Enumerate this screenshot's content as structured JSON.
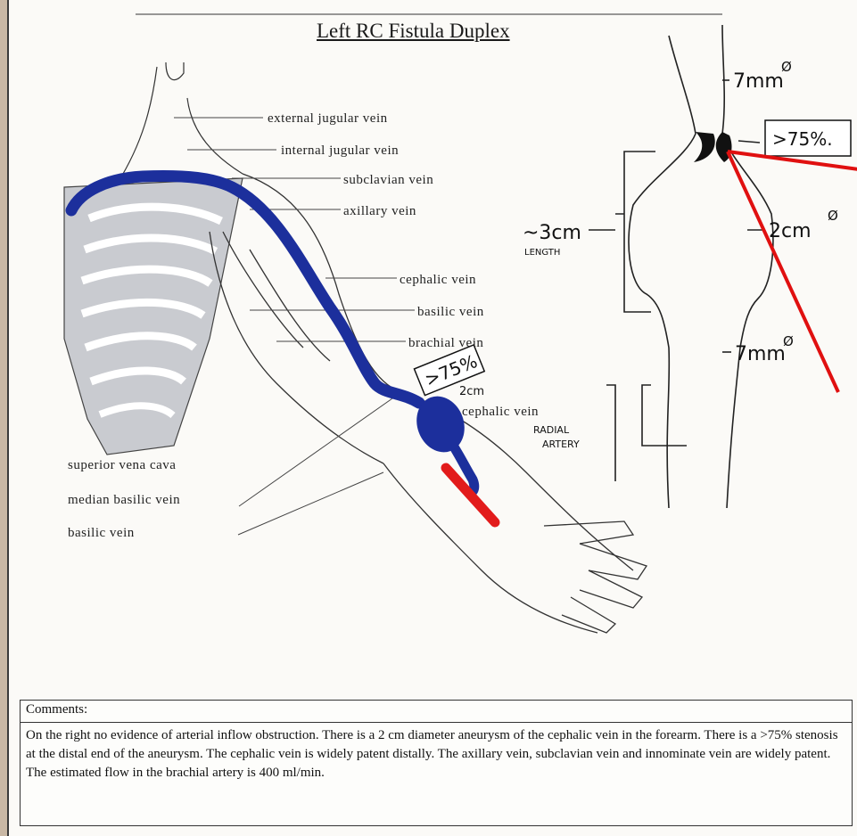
{
  "title": "Left RC Fistula Duplex",
  "labels": {
    "external_jugular": "external jugular vein",
    "internal_jugular": "internal jugular vein",
    "subclavian": "subclavian vein",
    "axillary": "axillary vein",
    "cephalic_upper": "cephalic vein",
    "basilic_upper": "basilic vein",
    "brachial": "brachial vein",
    "cephalic_lower": "cephalic vein",
    "superior_vena_cava": "superior vena cava",
    "median_basilic": "median basilic vein",
    "basilic_lower": "basilic vein"
  },
  "annotations": {
    "stenosis_arm": ">75%",
    "aneurysm_size_arm": "2cm",
    "top_diameter": "7mm",
    "stenosis_detail": ">75%.",
    "aneurysm_diameter": "2cm",
    "aneurysm_length": "~3cm",
    "length_word": "LENGTH",
    "bottom_diameter": "7mm",
    "radial_artery": "RADIAL ARTERY",
    "diameter_symbol": "Ø"
  },
  "colors": {
    "vein_highlight": "#1c2f9c",
    "artery": "#e21b1b",
    "callout": "#e01010"
  },
  "comments": {
    "heading": "Comments:",
    "text": "On the right no evidence of arterial inflow obstruction. There is a 2 cm diameter aneurysm of the cephalic vein in the forearm. There is a >75% stenosis at the distal end of the aneurysm. The cephalic vein is widely patent distally. The axillary vein, subclavian vein and innominate vein are widely patent. The estimated flow in the brachial artery is 400 ml/min."
  }
}
